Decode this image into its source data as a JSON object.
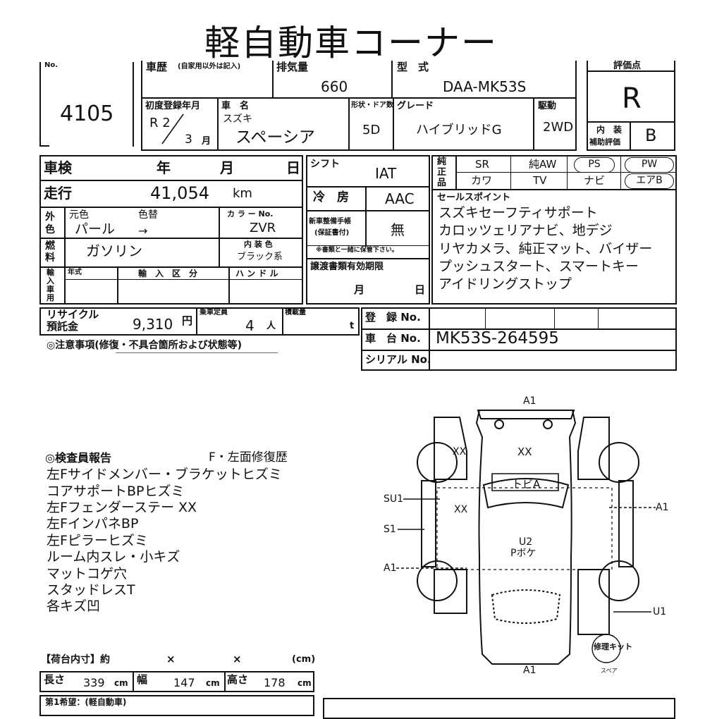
{
  "title": "軽自動車コーナー",
  "lot": {
    "label": "No.",
    "number": "4105"
  },
  "history": {
    "label": "車歴",
    "note": "(自家用以外は記入)"
  },
  "displacement": {
    "label": "排気量",
    "value": "660"
  },
  "model": {
    "label": "型　式",
    "value": "DAA-MK53S"
  },
  "score": {
    "label": "評価点",
    "value": "R"
  },
  "first_reg": {
    "label": "初度登録年月",
    "era": "R 2",
    "month": "3",
    "month_unit": "月"
  },
  "car_name": {
    "label": "車　名",
    "maker": "スズキ",
    "name": "スペーシア"
  },
  "doors": {
    "label": "形状・ドア数",
    "value": "5D"
  },
  "grade": {
    "label": "グレード",
    "value": "ハイブリッドG"
  },
  "drive": {
    "label": "駆動",
    "value": "2WD"
  },
  "interior_score": {
    "label1": "内　装",
    "label2": "補助評価",
    "value": "B"
  },
  "inspection": {
    "label": "車検",
    "year": "年",
    "month": "月",
    "day": "日"
  },
  "shift": {
    "label": "シフト",
    "value": "IAT"
  },
  "equipment": {
    "label": "純正品",
    "row1": [
      "SR",
      "純AW",
      "PS",
      "PW"
    ],
    "row2": [
      "カワ",
      "TV",
      "ナビ",
      "エアB"
    ]
  },
  "mileage": {
    "label": "走行",
    "value": "41,054",
    "unit": "km"
  },
  "ac": {
    "label": "冷　房",
    "value": "AAC"
  },
  "sales_points": {
    "label": "セールスポイント",
    "lines": [
      "スズキセーフティサポート",
      "カロッツェリアナビ、地デジ",
      "リヤカメラ、純正マット、バイザー",
      "プッシュスタート、スマートキー",
      "アイドリングストップ"
    ]
  },
  "color": {
    "label": "外色",
    "orig_label": "元色",
    "change_label": "色替",
    "orig": "パール",
    "arrow": "→",
    "code_label": "カ ラ ー No.",
    "code": "ZVR"
  },
  "manual": {
    "label1": "新車整備手帳",
    "label2": "(保証書付)",
    "value": "無",
    "note": "※書類と一緒に保管下さい。"
  },
  "fuel": {
    "label": "燃料",
    "value": "ガソリン",
    "int_color_label": "内 装 色",
    "int_color": "ブラック系"
  },
  "import": {
    "label": "輸入車用",
    "year_label": "年式",
    "class_label": "輸　入　区　分",
    "handle_label": "ハ ン ド ル"
  },
  "transfer": {
    "label": "譲渡書類有効期限",
    "month": "月",
    "day": "日"
  },
  "recycle": {
    "label1": "リサイクル",
    "label2": "預託金",
    "value": "9,310",
    "unit": "円"
  },
  "capacity": {
    "label": "乗車定員",
    "value": "4",
    "unit": "人"
  },
  "load": {
    "label": "積載量",
    "unit": "t"
  },
  "registration": {
    "label": "登　録 No."
  },
  "chassis": {
    "label": "車　台 No.",
    "value": "MK53S-264595"
  },
  "serial": {
    "label": "シリアル No."
  },
  "notes_label": "◎注意事項(修復・不具合箇所および状態等)",
  "inspector": {
    "label": "◎検査員報告",
    "extra": "F・左面修復歴",
    "lines": [
      "左Fサイドメンバー・ブラケットヒズミ",
      "コアサポートBPヒズミ",
      "左Fフェンダーステー XX",
      "左FインパネBP",
      "左Fピラーヒズミ",
      "ルーム内スレ・小キズ",
      "マットコゲ穴",
      "スタッドレスT",
      "各キズ凹"
    ]
  },
  "diagram": {
    "top": "A1",
    "bottom": "A1",
    "su1": "SU1",
    "s1": "S1",
    "a1_left": "A1",
    "a1_right": "A1",
    "u1": "U1",
    "xx_hood": "XX",
    "xx_fender": "XX",
    "xx_door": "XX",
    "tobia": "トビA",
    "u2": "U2",
    "pboke": "Pボケ",
    "repair1": "修理キット",
    "repair2": "スペア"
  },
  "cargo": {
    "label": "【荷台内寸】約",
    "x1": "×",
    "x2": "×",
    "unit": "(cm)",
    "length_label": "長さ",
    "length": "339",
    "width_label": "幅",
    "width": "147",
    "height_label": "高さ",
    "height": "178",
    "cm": "cm"
  },
  "footer_label": "第1希望：(軽自動車)"
}
